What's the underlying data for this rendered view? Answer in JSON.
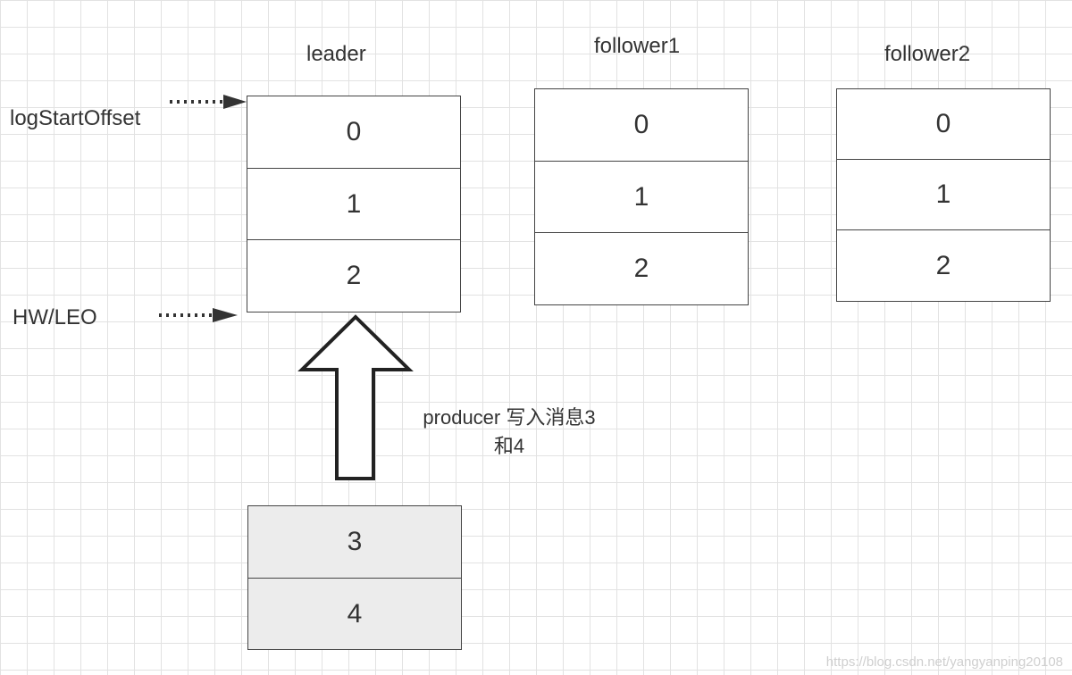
{
  "columns": [
    {
      "title": "leader",
      "cells": [
        "0",
        "1",
        "2"
      ]
    },
    {
      "title": "follower1",
      "cells": [
        "0",
        "1",
        "2"
      ]
    },
    {
      "title": "follower2",
      "cells": [
        "0",
        "1",
        "2"
      ]
    }
  ],
  "pointers": {
    "log_start": "logStartOffset",
    "hw_leo": "HW/LEO"
  },
  "producer": {
    "line1": "producer 写入消息3",
    "line2": "和4",
    "cells": [
      "3",
      "4"
    ]
  },
  "watermark": "https://blog.csdn.net/yangyanping20108"
}
